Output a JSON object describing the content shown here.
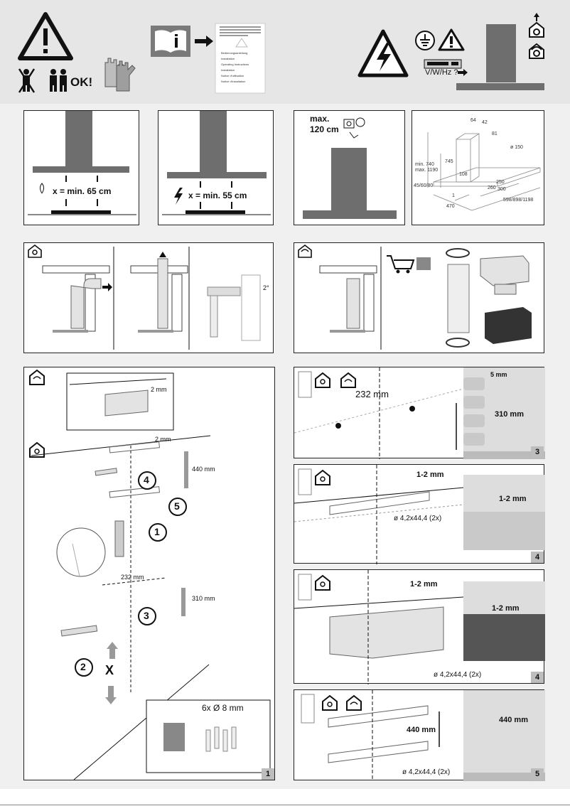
{
  "header": {
    "ok_label": "OK!",
    "manual_lines": [
      "Bedienungsanleitung",
      "Installation",
      "Operating Instructions",
      "Installation",
      "Notice d'utilisation",
      "Notice d'installation"
    ],
    "voltage_label": "V/W/Hz ?",
    "icons": [
      "warning-triangle-icon",
      "no-single-person-icon",
      "two-persons-icon",
      "gloves-icon",
      "manual-icon",
      "electric-shock-icon",
      "earth-icon",
      "rating-plate-icon",
      "chimney-hood-icon",
      "exhaust-house-icon",
      "recirculation-house-icon"
    ]
  },
  "row2": {
    "gas_distance": "x = min. 65 cm",
    "electric_distance": "x = min. 55 cm",
    "max_height": "max.",
    "max_height_value": "120 cm",
    "dims": {
      "d64": "64",
      "d42": "42",
      "d81": "81",
      "d150": "ø 150",
      "d745": "745",
      "min_height": "min. 740",
      "max_height": "max. 1190",
      "d108": "108",
      "d250": "250",
      "d260": "260",
      "d300": "300",
      "d_range": "45/60/80",
      "d1": "1",
      "d470": "470",
      "widths": "598/898/1198"
    }
  },
  "row3": {
    "angle": "2°"
  },
  "step1": {
    "gap_top": "2 mm",
    "gap_bracket": "2 mm",
    "dist_440": "440 mm",
    "dist_232": "232 mm",
    "dist_310": "310 mm",
    "markers": [
      "4",
      "5",
      "1",
      "3",
      "2"
    ],
    "cross": "X",
    "drill_spec": "6x Ø 8 mm",
    "number": "1"
  },
  "step3": {
    "dist_232": "232 mm",
    "dist_5": "5 mm",
    "dist_310": "310 mm",
    "number": "3"
  },
  "step4a": {
    "gap": "1-2 mm",
    "gap_detail": "1-2 mm",
    "screw": "ø 4,2x44,4 (2x)",
    "number": "4"
  },
  "step4b": {
    "gap": "1-2 mm",
    "gap_detail": "1-2 mm",
    "screw": "ø 4,2x44,4 (2x)",
    "number": "4"
  },
  "step5": {
    "dist_440": "440 mm",
    "dist_440_detail": "440 mm",
    "screw": "ø 4,2x44,4 (2x)",
    "number": "5"
  }
}
